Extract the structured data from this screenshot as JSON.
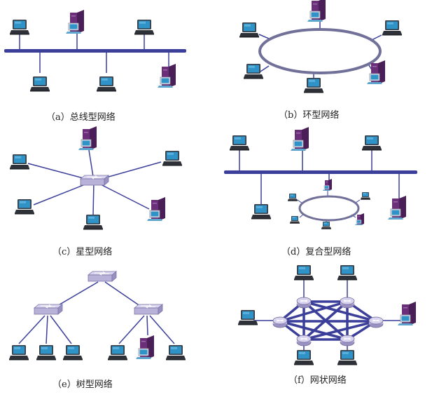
{
  "captions": {
    "a": "（a）总线型网络",
    "b": "（b）环型网络",
    "c": "（c）星型网络",
    "d": "（d）复合型网络",
    "e": "（e）树型网络",
    "f": "（f）网状网络"
  },
  "colors": {
    "link": "#3b3f9a",
    "ring": "#707099",
    "laptop_screen": "#2f93c8",
    "laptop_body": "#3a3f47",
    "tower": "#6a2f78",
    "switch": "#b9b2d8"
  },
  "icons": {
    "laptop": "laptop-icon",
    "desktop": "desktop-computer-icon",
    "switch": "network-switch-icon",
    "router": "router-icon"
  }
}
